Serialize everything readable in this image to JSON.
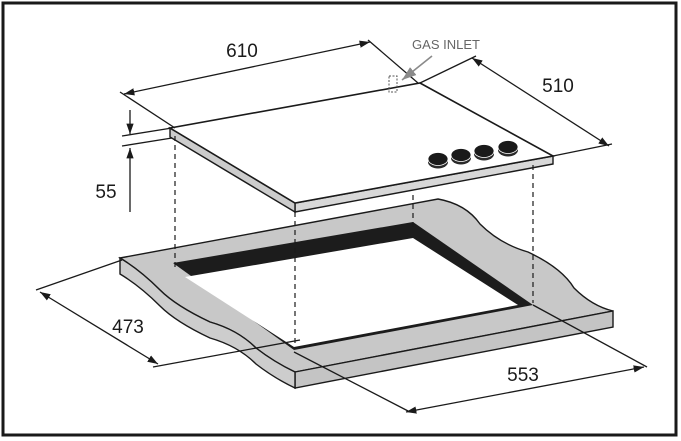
{
  "dimensions": {
    "hob_width": "610",
    "hob_depth": "510",
    "hob_height": "55",
    "cutout_depth": "473",
    "cutout_width": "553"
  },
  "callouts": {
    "gas_inlet": "GAS INLET"
  },
  "colors": {
    "line": "#1a1a1a",
    "surface_side": "#d4d4d4",
    "cutout_frame": "#c8c8c8",
    "cutout_edge": "#1c1c1c",
    "callout_text": "#666666"
  }
}
